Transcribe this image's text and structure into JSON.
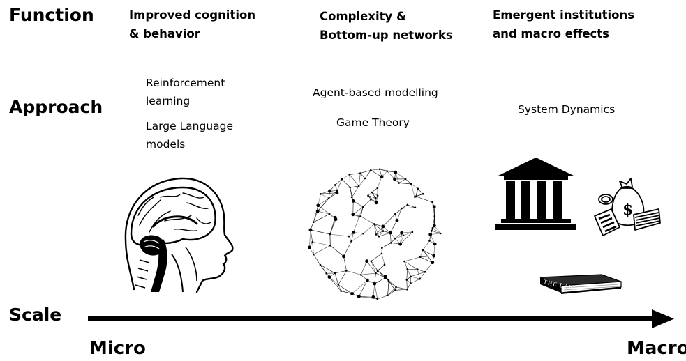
{
  "row_labels": {
    "function": "Function",
    "approach": "Approach",
    "scale": "Scale"
  },
  "columns": [
    {
      "function_lines": [
        "Improved cognition",
        "& behavior"
      ],
      "approaches": [
        [
          "Reinforcement",
          "learning"
        ],
        [
          "Large Language",
          "models"
        ]
      ],
      "icon": "human-head-brain-icon"
    },
    {
      "function_lines": [
        "Complexity &",
        "Bottom-up networks"
      ],
      "approaches": [
        [
          "Agent-based modelling"
        ],
        [
          "Game Theory"
        ]
      ],
      "icon": "network-sphere-icon"
    },
    {
      "function_lines": [
        "Emergent institutions",
        "and macro effects"
      ],
      "approaches": [
        [
          "System Dynamics"
        ]
      ],
      "icons": [
        "institution-building-icon",
        "money-bag-icon",
        "law-book-icon"
      ],
      "book_label": "THE LAW"
    }
  ],
  "scale": {
    "start": "Micro",
    "end": "Macro"
  },
  "colors": {
    "text": "#000000",
    "arrow": "#000000"
  }
}
